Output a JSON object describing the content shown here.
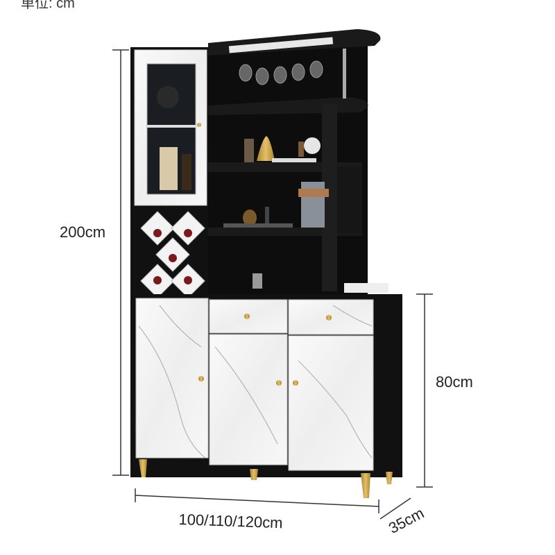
{
  "unit_label": "单位: cm",
  "dimensions": {
    "height_total": "200cm",
    "height_cabinet": "80cm",
    "width": "100/110/120cm",
    "depth": "35cm"
  },
  "colors": {
    "frame": "#111111",
    "marble": "#f1f1f1",
    "gold": "#c9a24a",
    "line": "#333333"
  }
}
